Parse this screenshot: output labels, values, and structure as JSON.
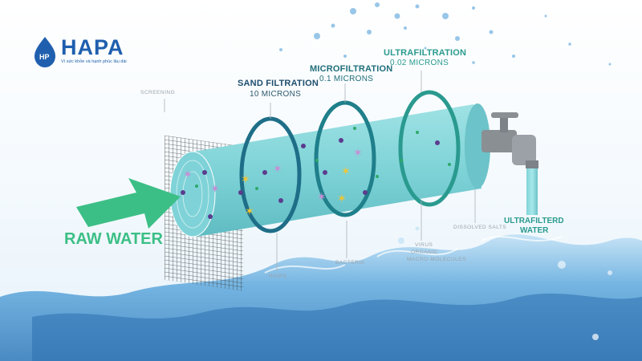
{
  "brand": {
    "name": "HAPA",
    "tagline": "Vì sức khỏe và hạnh phúc lâu dài",
    "color": "#1f5fae"
  },
  "stages": {
    "screening": {
      "title": "SCREENING"
    },
    "sand": {
      "title": "SAND FILTRATION",
      "size": "10 MICRONS"
    },
    "micro": {
      "title": "MICROFILTRATION",
      "size": "0.1 MICRONS"
    },
    "ultra": {
      "title": "ULTRAFILTRATION",
      "size": "0.02 MICRONS"
    }
  },
  "contaminants": {
    "hairs": "HAIRS",
    "bacteria": "BACTERIA",
    "virus": "VIRUS",
    "organic": "ORGANIC",
    "macro": "MACRO-MOLECULES",
    "salts": "DISSOLVED SALTS"
  },
  "input_label": "RAW WATER",
  "output_label_line1": "ULTRAFILTERD",
  "output_label_line2": "WATER",
  "colors": {
    "accent_green": "#3cbf86",
    "teal_dark": "#1f7f8a",
    "pipe": "#7fd3d8",
    "water_blue": "#6bb7e6",
    "label_gray": "#9aa3ab"
  },
  "icons": [
    "water-drop-logo-icon",
    "screening-mesh-icon",
    "arrow-right-icon",
    "faucet-icon"
  ]
}
